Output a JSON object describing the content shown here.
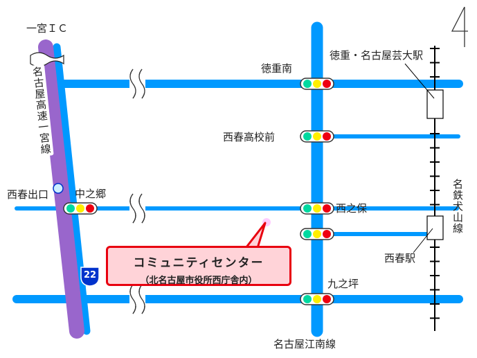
{
  "labels": {
    "ic": "一宮ＩＣ",
    "expressway": "名古屋高速一宮線",
    "exit": "西春出口",
    "nakanogo": "中之郷",
    "tokushige_minami": "徳重南",
    "nishiharu_hs": "西春高校前",
    "nishinobo": "西之保",
    "kunotsubo": "九之坪",
    "road_name": "名古屋江南線",
    "station1": "徳重・名古屋芸大駅",
    "station2": "西春駅",
    "railway": "名鉄犬山線",
    "route_number": "22"
  },
  "destination": {
    "name": "コミュニティセンター",
    "subtitle": "（北名古屋市役所西庁舎内）"
  },
  "colors": {
    "road": "#0099ff",
    "expressway": "#9966cc",
    "callout_border": "#e8000f",
    "callout_fill": "#ffd3d8",
    "marker": "#ffccff"
  }
}
